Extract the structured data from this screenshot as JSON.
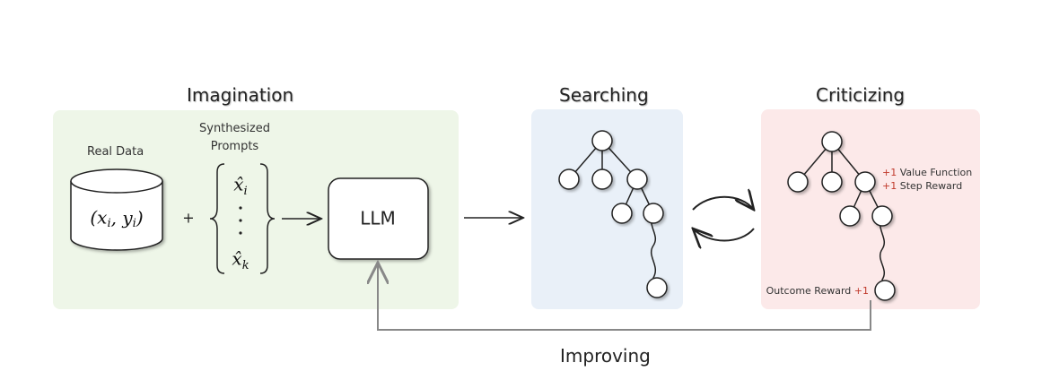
{
  "sections": {
    "imagination": "Imagination",
    "searching": "Searching",
    "criticizing": "Criticizing",
    "improving": "Improving"
  },
  "imagination": {
    "real_data_label": "Real Data",
    "real_data_formula": "(x_i, y_i)",
    "plus": "+",
    "synth_label_line1": "Synthesized",
    "synth_label_line2": "Prompts",
    "prompt_first": "x̂_i",
    "prompt_last": "x̂_k",
    "llm_label": "LLM"
  },
  "criticizing": {
    "value_function_score": "+1",
    "value_function_label": "Value Function",
    "step_reward_score": "+1",
    "step_reward_label": "Step Reward",
    "outcome_reward_label": "Outcome Reward",
    "outcome_reward_score": "+1"
  },
  "colors": {
    "imagination_bg": "#eef6e8",
    "searching_bg": "#e9f0f8",
    "criticizing_bg": "#fce9e9",
    "feedback_line": "#888888",
    "score_red": "#c0392b"
  }
}
